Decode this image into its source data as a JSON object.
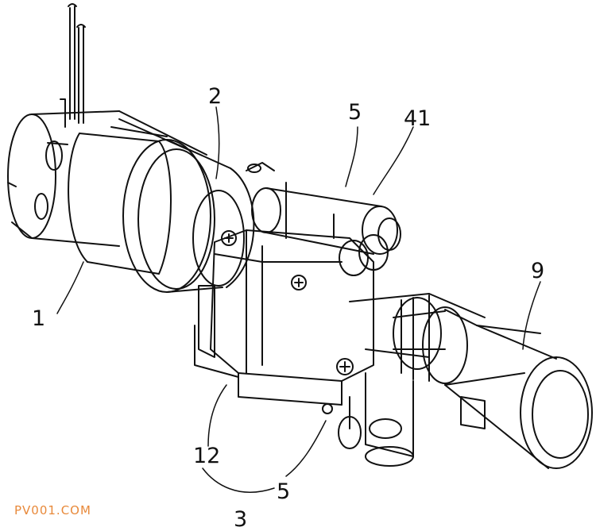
{
  "diagram": {
    "labels": [
      {
        "id": "label-1",
        "text": "1"
      },
      {
        "id": "label-2",
        "text": "2"
      },
      {
        "id": "label-5-top",
        "text": "5"
      },
      {
        "id": "label-41",
        "text": "41"
      },
      {
        "id": "label-9",
        "text": "9"
      },
      {
        "id": "label-12",
        "text": "12"
      },
      {
        "id": "label-5-bottom",
        "text": "5"
      },
      {
        "id": "label-3",
        "text": "3"
      }
    ]
  },
  "watermark": "PV001.COM",
  "colors": {
    "line": "#111111",
    "watermark": "#e8893a"
  }
}
